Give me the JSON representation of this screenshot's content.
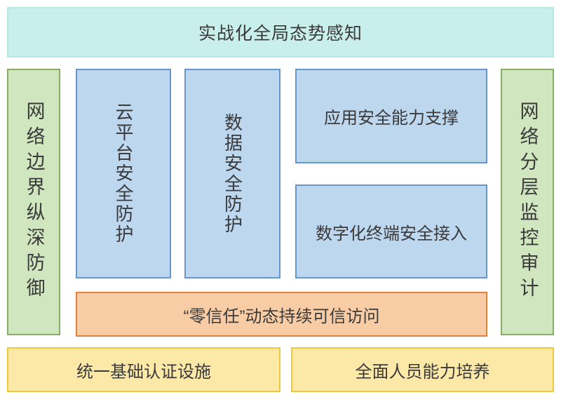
{
  "banner": {
    "label": "实战化全局态势感知"
  },
  "pillars": {
    "left": {
      "label": "网络边界纵深防御"
    },
    "right": {
      "label": "网络分层监控审计"
    }
  },
  "columns": [
    {
      "label": "云平台安全防护"
    },
    {
      "label": "数据安全防护"
    }
  ],
  "capabilities": [
    {
      "label": "应用安全能力支撑"
    },
    {
      "label": "数字化终端安全接入"
    }
  ],
  "access_bar": {
    "label": "“零信任”动态持续可信访问"
  },
  "foundations": [
    {
      "label": "统一基础认证设施"
    },
    {
      "label": "全面人员能力培养"
    }
  ],
  "colors": {
    "background": "#ffffff",
    "text": "#3a3a3a",
    "banner_fill": "#c9efec",
    "banner_border": "#b6e9e5",
    "green_fill": "#cfe6bf",
    "green_border": "#85ad63",
    "blue_fill": "#bdd7ef",
    "blue_border": "#6696cf",
    "orange_fill": "#f8cda6",
    "orange_border": "#e2823e",
    "yellow_fill": "#fce9a8",
    "yellow_border": "#f0c83c"
  }
}
